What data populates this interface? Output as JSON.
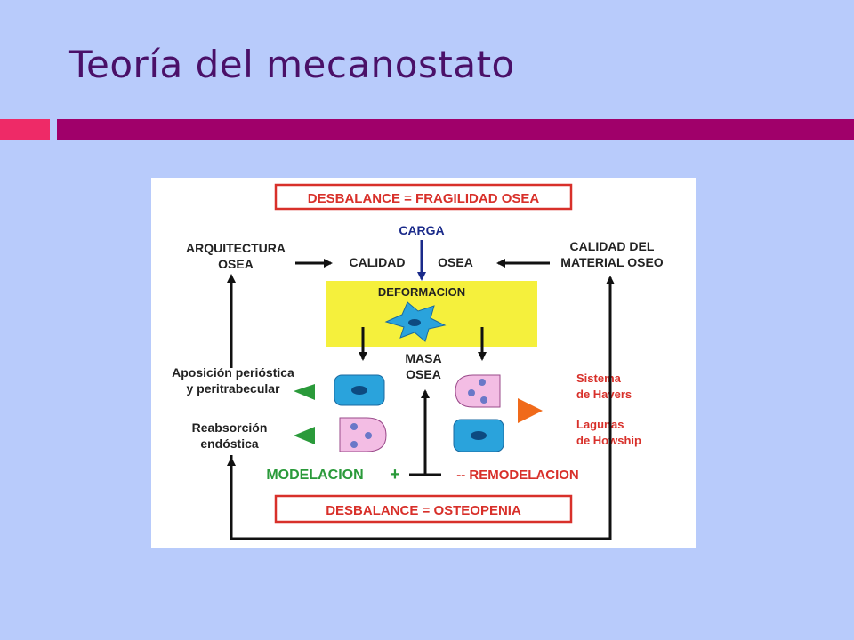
{
  "slide": {
    "title": "Teoría del mecanostato"
  },
  "diagram": {
    "top_banner": "DESBALANCE = FRAGILIDAD OSEA",
    "bottom_banner": "DESBALANCE = OSTEOPENIA",
    "carga": "CARGA",
    "arquitectura_line1": "ARQUITECTURA",
    "arquitectura_line2": "OSEA",
    "calidad": "CALIDAD",
    "osea_center": "OSEA",
    "calidad_material_line1": "CALIDAD DEL",
    "calidad_material_line2": "MATERIAL OSEO",
    "deformacion": "DEFORMACION",
    "masa_line1": "MASA",
    "masa_line2": "OSEA",
    "aposicion_line1": "Aposición perióstica",
    "aposicion_line2": "y peritrabecular",
    "reabsorcion_line1": "Reabsorción",
    "reabsorcion_line2": "endóstica",
    "havers_line1": "Sistema",
    "havers_line2": "de Havers",
    "lagunas_line1": "Lagunas",
    "lagunas_line2": "de Howship",
    "modelacion": "MODELACION",
    "plus": "+",
    "remodelacion": "-- REMODELACION"
  },
  "colors": {
    "background": "#b8cbfb",
    "title": "#4a1068",
    "rule_left": "#ee2a67",
    "rule_right": "#a0006a",
    "banner_red": "#d8302a",
    "carga_blue": "#1a2a8a",
    "deformation_box": "#f5f03c",
    "cell_blue": "#2aa3dc",
    "cell_pink": "#f3bde4",
    "green": "#2a9a3a",
    "orange": "#f06a1a"
  }
}
